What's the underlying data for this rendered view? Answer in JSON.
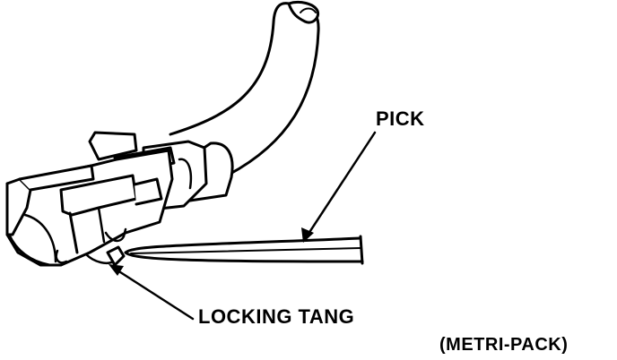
{
  "labels": {
    "pick": "PICK",
    "locking_tang": "LOCKING TANG",
    "caption": "(METRI-PACK)"
  },
  "colors": {
    "ink": "#000000",
    "paper": "#ffffff"
  }
}
